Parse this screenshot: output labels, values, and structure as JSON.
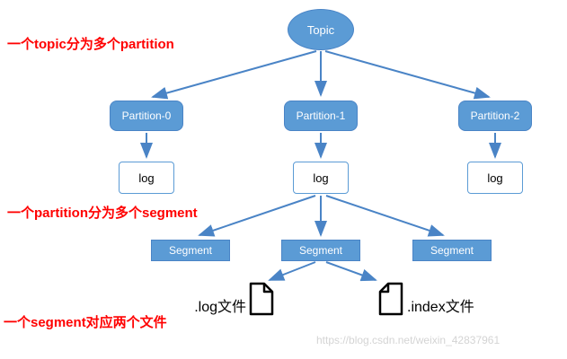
{
  "diagram": {
    "topic_label": "Topic",
    "partitions": [
      "Partition-0",
      "Partition-1",
      "Partition-2"
    ],
    "logs": [
      "log",
      "log",
      "log"
    ],
    "segments": [
      "Segment",
      "Segment",
      "Segment"
    ],
    "file_left_label": ".log文件",
    "file_right_label": ".index文件",
    "annotations": {
      "topic": "一个topic分为多个partition",
      "partition": "一个partition分为多个segment",
      "segment": "一个segment对应两个文件"
    },
    "icons": {
      "file_left": "document-file-icon",
      "file_right": "document-file-icon"
    },
    "colors": {
      "node_fill": "#5B9BD5",
      "arrow": "#4A84C6",
      "annotation": "#FF0000",
      "watermark": "#D4D4D4"
    }
  },
  "watermark": "https://blog.csdn.net/weixin_42837961"
}
